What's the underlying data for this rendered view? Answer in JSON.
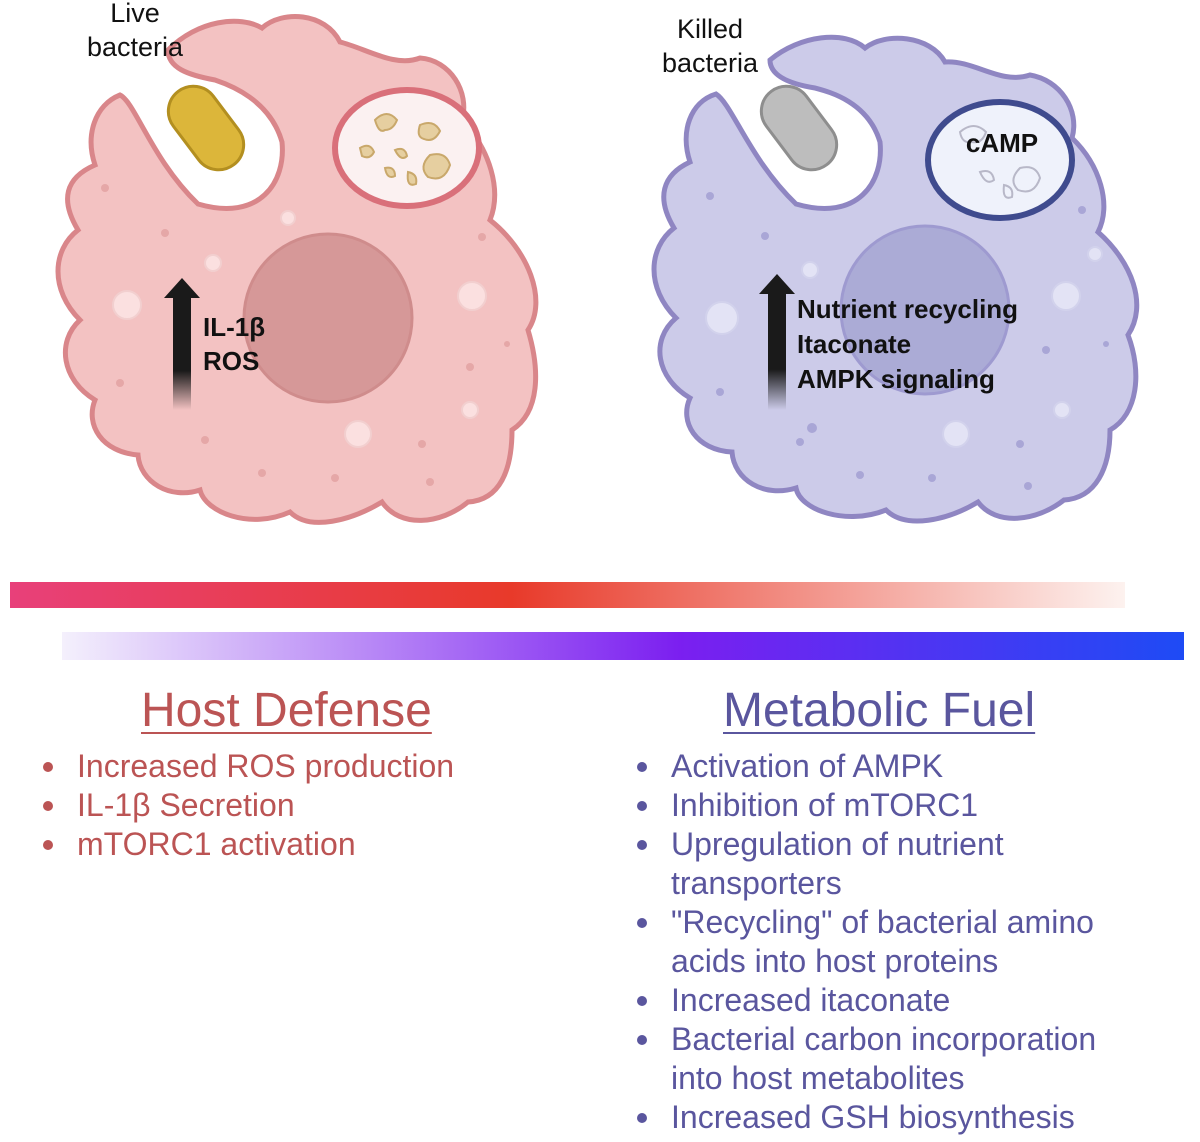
{
  "left_cell": {
    "label_lines": [
      "Live",
      "bacteria"
    ],
    "arrow_text": [
      "IL-1β",
      "ROS"
    ]
  },
  "right_cell": {
    "label_lines": [
      "Killed",
      "bacteria"
    ],
    "vacuole_text": "cAMP",
    "arrow_text": [
      "Nutrient recycling",
      "Itaconate",
      "AMPK signaling"
    ]
  },
  "gradients": {
    "red_bar": [
      "#e8407a",
      "#e83a2a",
      "#fdf2ef"
    ],
    "blue_bar": [
      "#f4f0fc",
      "#7b1ff0",
      "#1e4bf5"
    ]
  },
  "host_defense": {
    "title": "Host Defense",
    "items": [
      "Increased ROS production",
      "IL-1β Secretion",
      "mTORC1 activation"
    ]
  },
  "metabolic_fuel": {
    "title": "Metabolic Fuel",
    "items": [
      [
        "Activation of AMPK"
      ],
      [
        "Inhibition of mTORC1"
      ],
      [
        "Upregulation of nutrient",
        "transporters"
      ],
      [
        "\"Recycling\" of bacterial amino",
        "acids into host proteins"
      ],
      [
        "Increased itaconate"
      ],
      [
        "Bacterial carbon incorporation",
        "into host metabolites"
      ],
      [
        "Increased GSH biosynthesis"
      ]
    ]
  }
}
